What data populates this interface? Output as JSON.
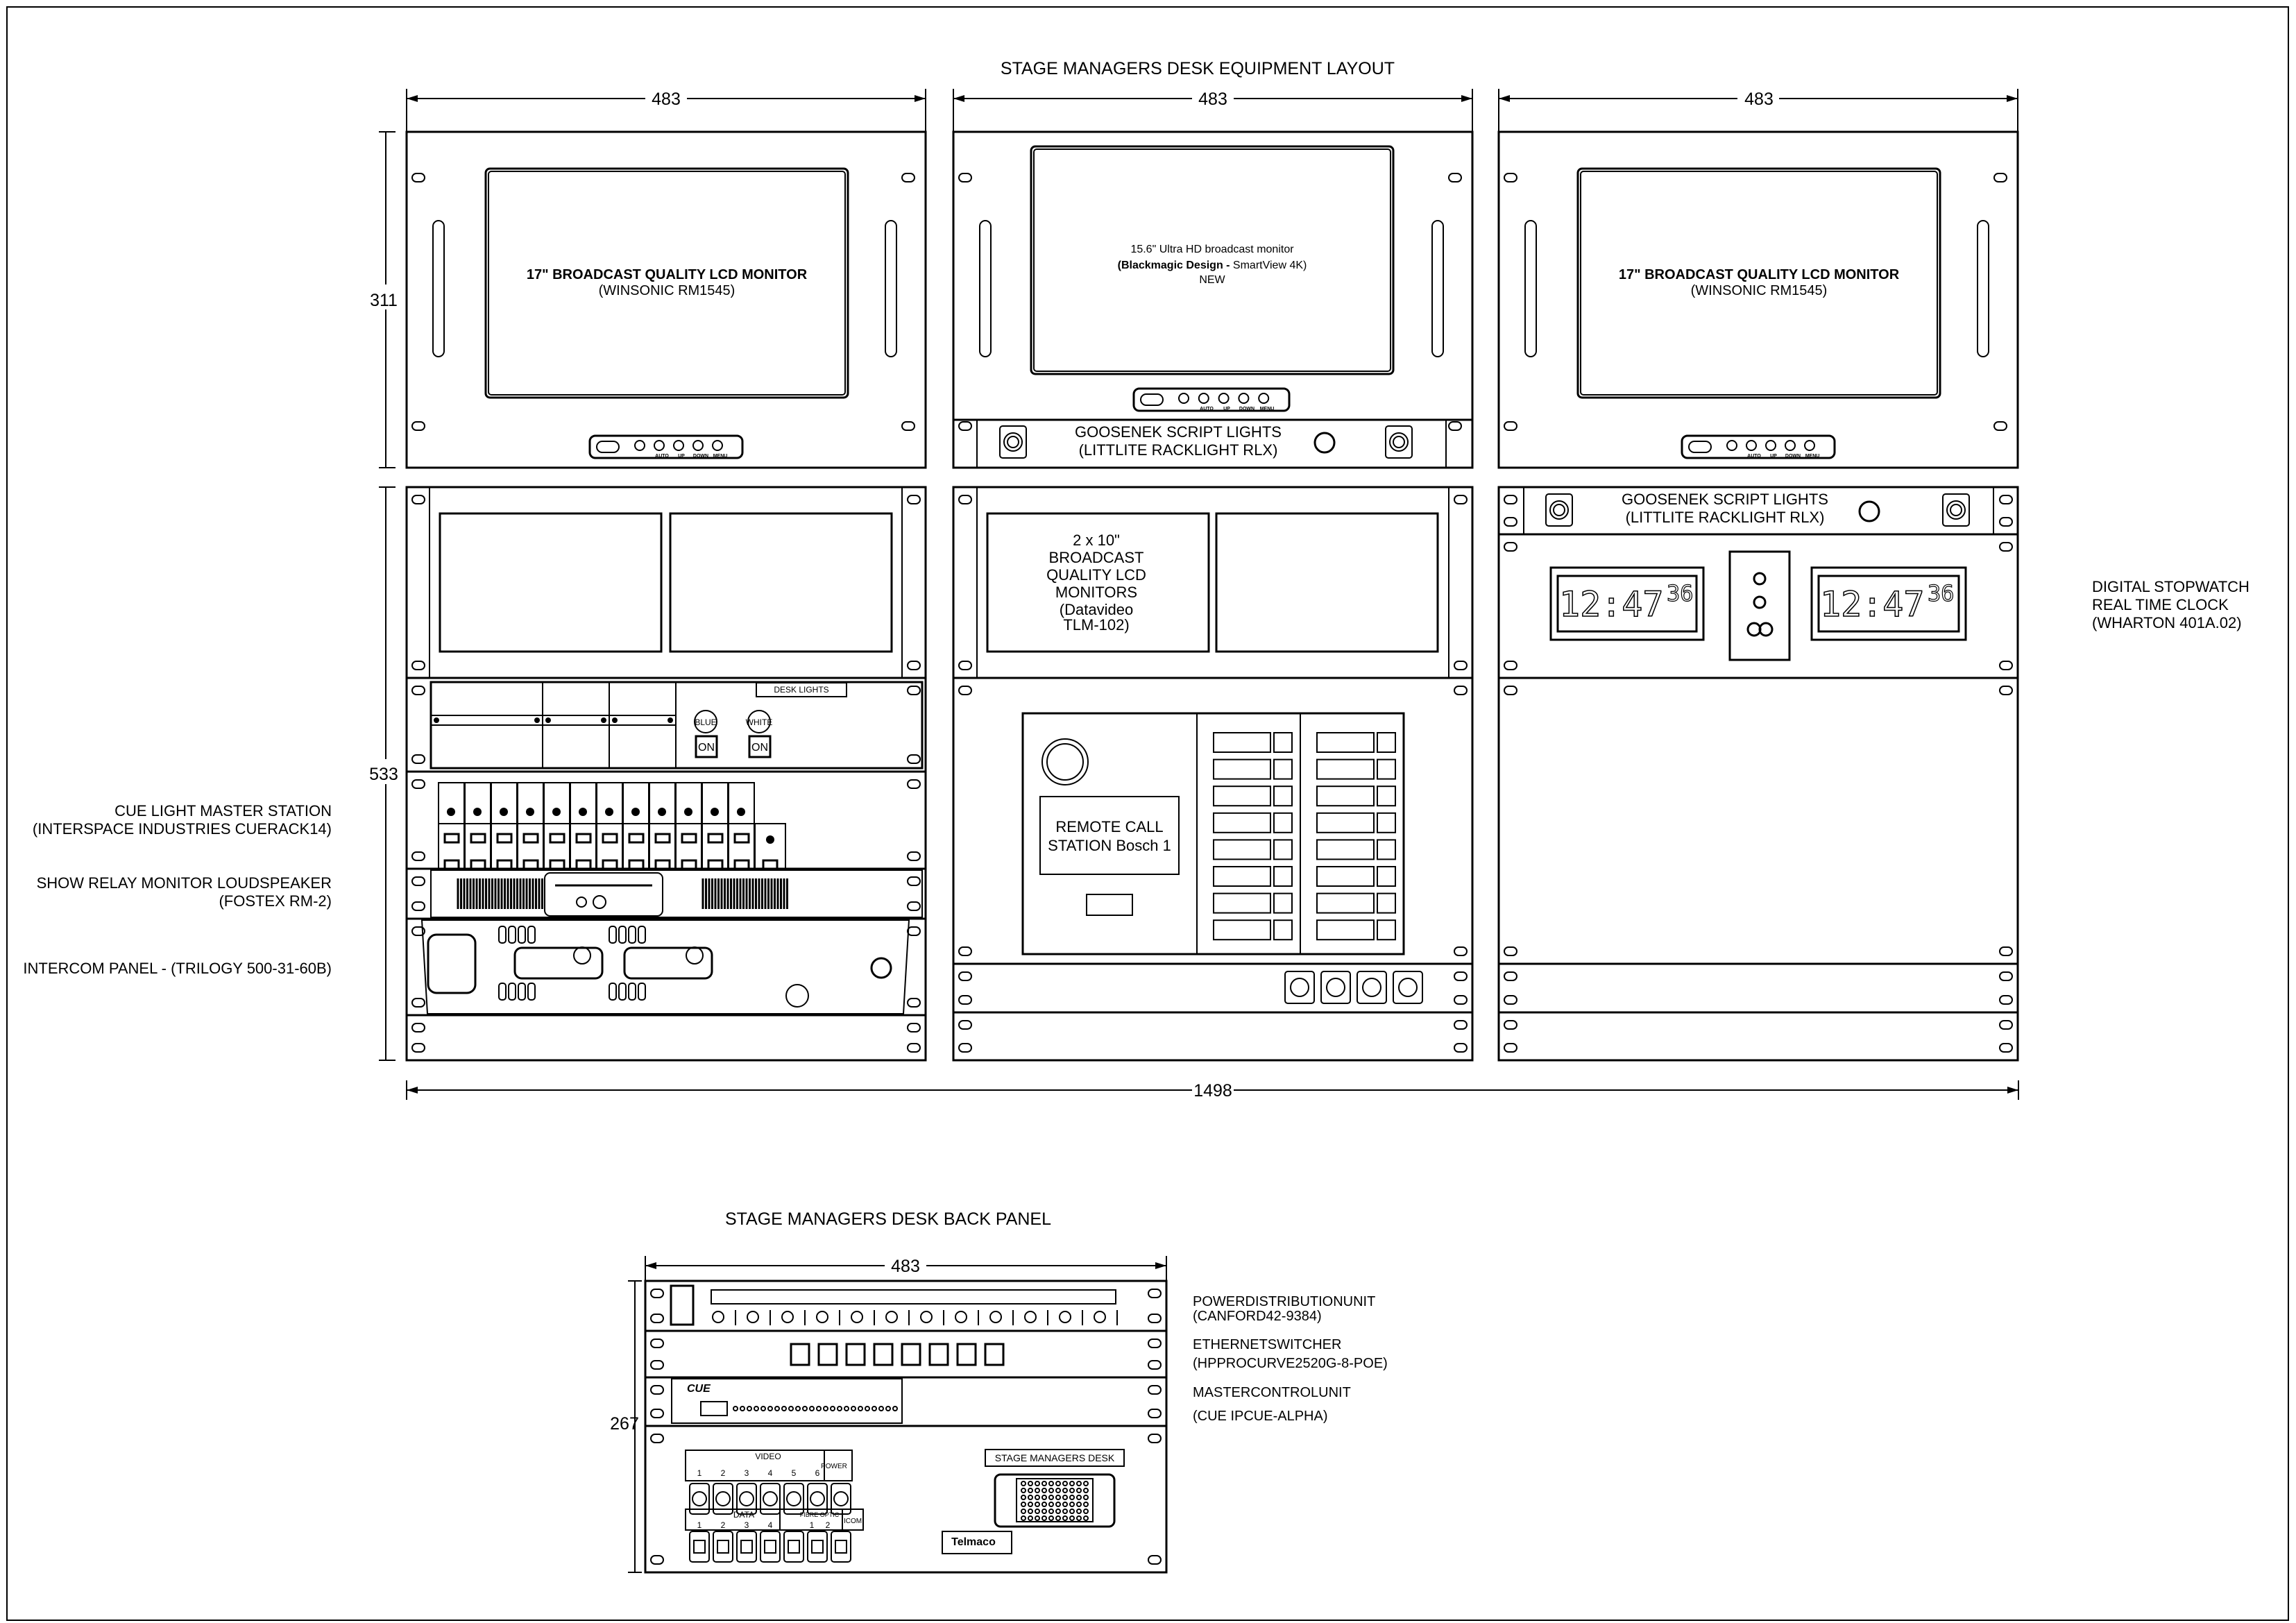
{
  "front": {
    "title": "STAGE MANAGERS DESK EQUIPMENT LAYOUT",
    "dims": {
      "col1_width": "483",
      "col2_width": "483",
      "col3_width": "483",
      "top_height": "311",
      "bottom_height": "533",
      "total_width": "1498"
    },
    "left_monitor": {
      "line1": "17\" BROADCAST QUALITY LCD MONITOR",
      "line2": "(WINSONIC RM1545)"
    },
    "center_monitor": {
      "line1": "15.6\" Ultra HD broadcast monitor",
      "line2_bold": "(Blackmagic Design -",
      "line2_rest": " SmartView 4K)",
      "line3": "NEW"
    },
    "right_monitor": {
      "line1": "17\" BROADCAST QUALITY LCD MONITOR",
      "line2": "(WINSONIC RM1545)"
    },
    "monitor_buttons": [
      "AUTO",
      "UP",
      "DOWN",
      "MENU"
    ],
    "script_lights": {
      "line1": "GOOSENEK SCRIPT LIGHTS",
      "line2": "(LITTLITE RACKLIGHT RLX)"
    },
    "script_lights_2": {
      "line1": "GOOSENEK SCRIPT LIGHTS",
      "line2": "(LITTLITE RACKLIGHT RLX)"
    },
    "dual_monitors": {
      "lines": [
        "2 x 10\"",
        "BROADCAST",
        "QUALITY LCD",
        "MONITORS",
        "(Datavideo",
        "TLM-102)"
      ]
    },
    "desk_lights": {
      "label": "DESK LIGHTS",
      "blue": "BLUE",
      "white": "WHITE",
      "on_left": "ON",
      "on_right": "ON"
    },
    "call_station": {
      "line1": "REMOTE CALL",
      "line2": "STATION Bosch 1"
    },
    "clock": {
      "time_left": "12:47",
      "seconds_left": "36",
      "time_right": "12:47",
      "seconds_right": "36"
    },
    "labels": {
      "cue_light": {
        "line1": "CUE LIGHT MASTER STATION",
        "line2": "(INTERSPACE INDUSTRIES CUERACK14)"
      },
      "show_relay": {
        "line1": "SHOW RELAY MONITOR LOUDSPEAKER",
        "line2": "(FOSTEX RM-2)"
      },
      "intercom": {
        "line1": "INTERCOM PANEL - (TRILOGY 500-31-60B)"
      },
      "stopwatch": {
        "line1": "DIGITAL STOPWATCH",
        "line2": "REAL TIME CLOCK",
        "line3": "(WHARTON 401A.02)"
      }
    }
  },
  "back": {
    "title": "STAGE MANAGERS DESK BACK PANEL",
    "dims": {
      "width": "483",
      "height": "267"
    },
    "labels": {
      "pdu": {
        "line1": "POWERDISTRIBUTIONUNIT",
        "line2": "(CANFORD42-9384)"
      },
      "switch": {
        "line1": "ETHERNETSWITCHER",
        "line2": "(HPPROCURVE2520G-8-POE)"
      },
      "mcu": {
        "line1": "MASTERCONTROLUNIT",
        "line2": "(CUE IPCUE-ALPHA)"
      }
    },
    "connector_panel": {
      "video": "VIDEO",
      "video_numbers": [
        "1",
        "2",
        "3",
        "4",
        "5",
        "6"
      ],
      "power": "POWER",
      "data": "DATA",
      "data_numbers": [
        "1",
        "2",
        "3",
        "4"
      ],
      "fibre": "FIBRE OPTIC",
      "fibre_numbers": [
        "1",
        "2"
      ],
      "icom": "ICOM",
      "desk_label": "STAGE MANAGERS DESK",
      "brand": "Telmaco"
    },
    "mcu_logo": "CUE"
  }
}
